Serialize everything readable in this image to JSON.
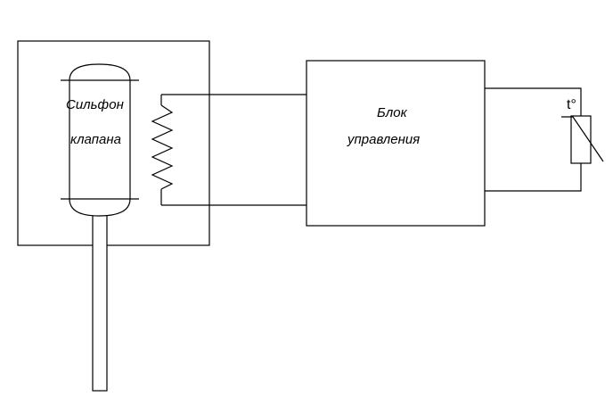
{
  "bellows": {
    "label_line1": "Сильфон",
    "label_line2": "клапана"
  },
  "control_unit": {
    "label_line1": "Блок",
    "label_line2": "управления"
  },
  "sensor": {
    "label": "t°"
  }
}
